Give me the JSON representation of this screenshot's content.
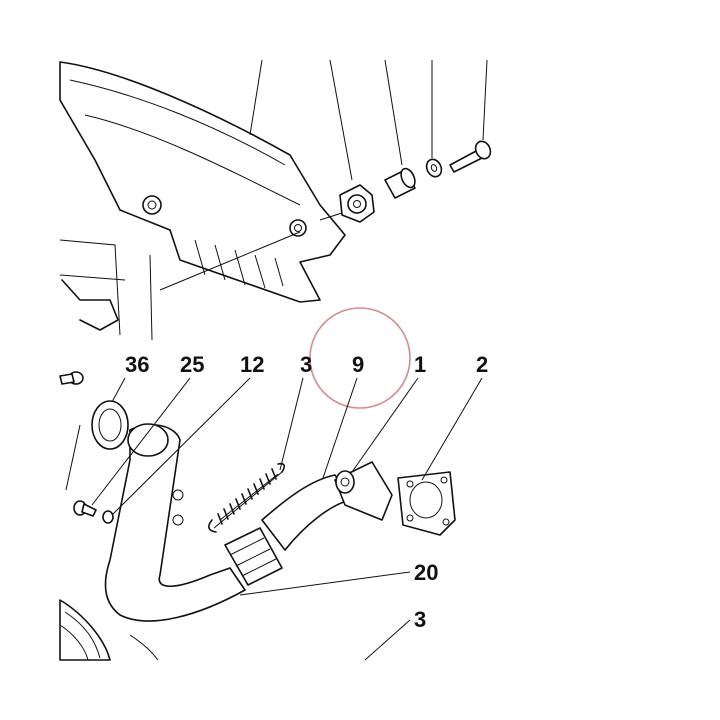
{
  "diagram": {
    "callouts": [
      {
        "id": "c36",
        "label": "36"
      },
      {
        "id": "c25",
        "label": "25"
      },
      {
        "id": "c12",
        "label": "12"
      },
      {
        "id": "c3a",
        "label": "3"
      },
      {
        "id": "c9",
        "label": "9"
      },
      {
        "id": "c1",
        "label": "1"
      },
      {
        "id": "c2",
        "label": "2"
      },
      {
        "id": "c20",
        "label": "20"
      },
      {
        "id": "c3b",
        "label": "3"
      }
    ],
    "highlight": {
      "target": "9",
      "color": "#d9898f"
    },
    "colors": {
      "line": "#111111",
      "background": "#ffffff"
    }
  }
}
